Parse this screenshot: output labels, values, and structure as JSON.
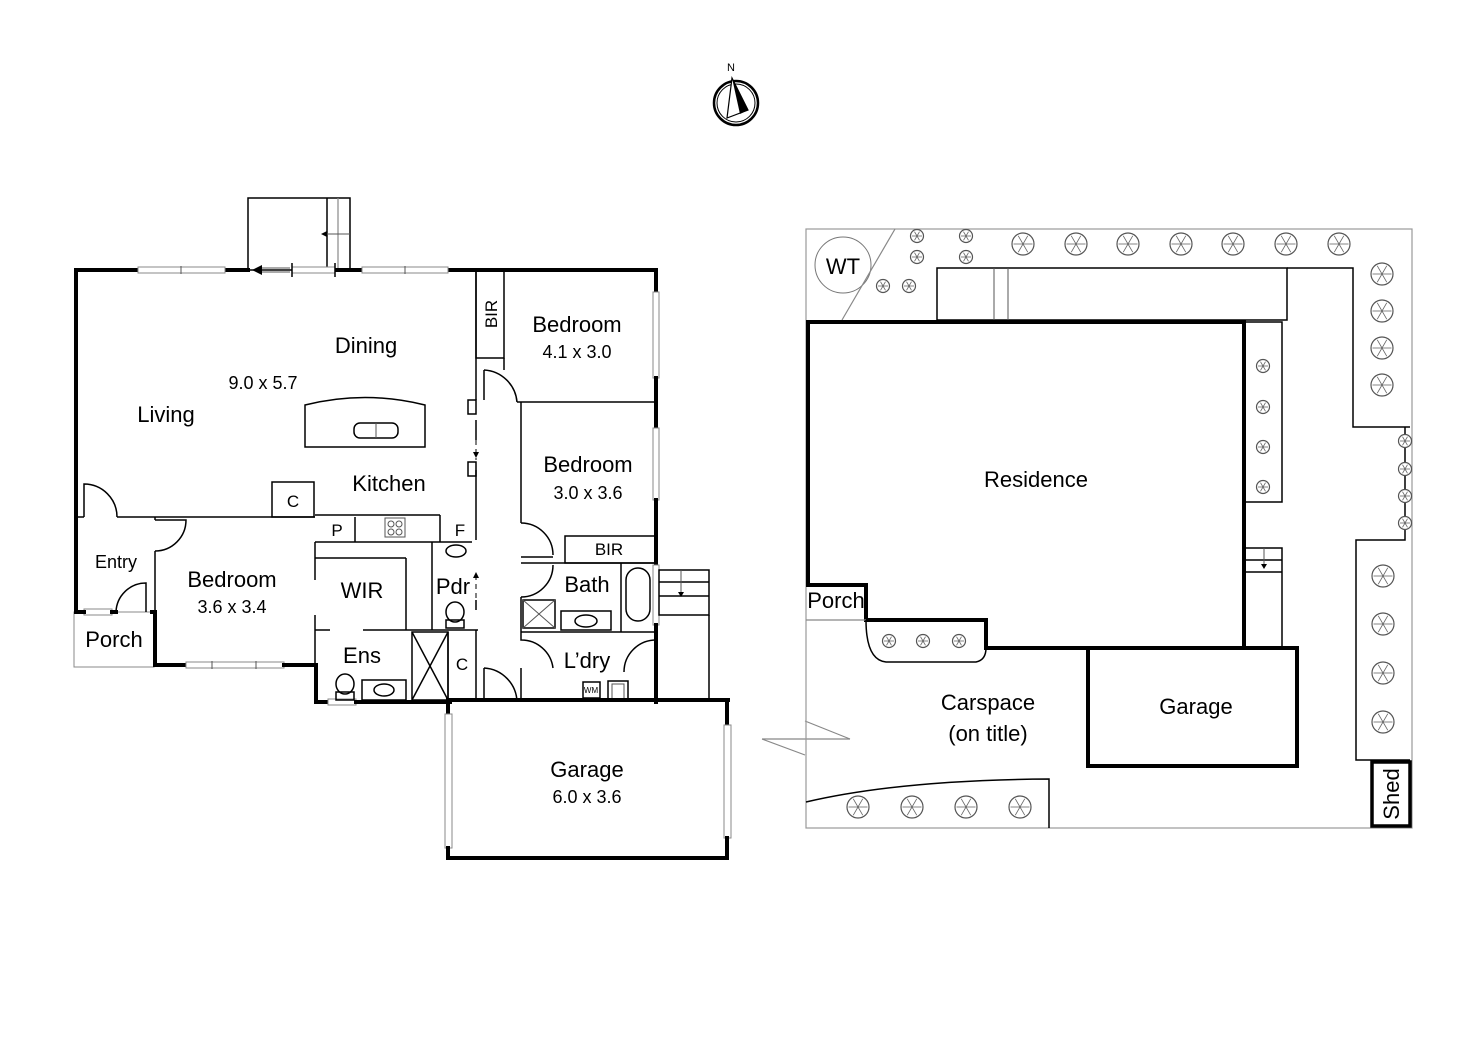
{
  "compass": {
    "label": "N"
  },
  "floor_plan": {
    "rooms": {
      "living": {
        "label": "Living"
      },
      "dining": {
        "label": "Dining"
      },
      "living_dining_dim": {
        "label": "9.0 x 5.7"
      },
      "kitchen": {
        "label": "Kitchen"
      },
      "cupboard_kitchen": {
        "label": "C"
      },
      "pantry": {
        "label": "P"
      },
      "fridge": {
        "label": "F"
      },
      "entry": {
        "label": "Entry"
      },
      "porch": {
        "label": "Porch"
      },
      "bedroom_main": {
        "label": "Bedroom",
        "dims": "3.6 x 3.4"
      },
      "wir": {
        "label": "WIR"
      },
      "ensuite": {
        "label": "Ens"
      },
      "powder": {
        "label": "Pdr"
      },
      "cupboard_hall": {
        "label": "C"
      },
      "bir_top": {
        "label": "BIR"
      },
      "bedroom_2": {
        "label": "Bedroom",
        "dims": "4.1 x 3.0"
      },
      "bedroom_3": {
        "label": "Bedroom",
        "dims": "3.0 x 3.6"
      },
      "bir_bed3": {
        "label": "BIR"
      },
      "bath": {
        "label": "Bath"
      },
      "laundry": {
        "label": "L’dry"
      },
      "washing_machine": {
        "label": "WM"
      },
      "garage": {
        "label": "Garage",
        "dims": "6.0 x 3.6"
      }
    }
  },
  "site_plan": {
    "water_tank": {
      "label": "WT"
    },
    "residence": {
      "label": "Residence"
    },
    "porch": {
      "label": "Porch"
    },
    "carspace": {
      "label": "Carspace",
      "sub": "(on title)"
    },
    "garage": {
      "label": "Garage"
    },
    "shed": {
      "label": "Shed"
    }
  }
}
